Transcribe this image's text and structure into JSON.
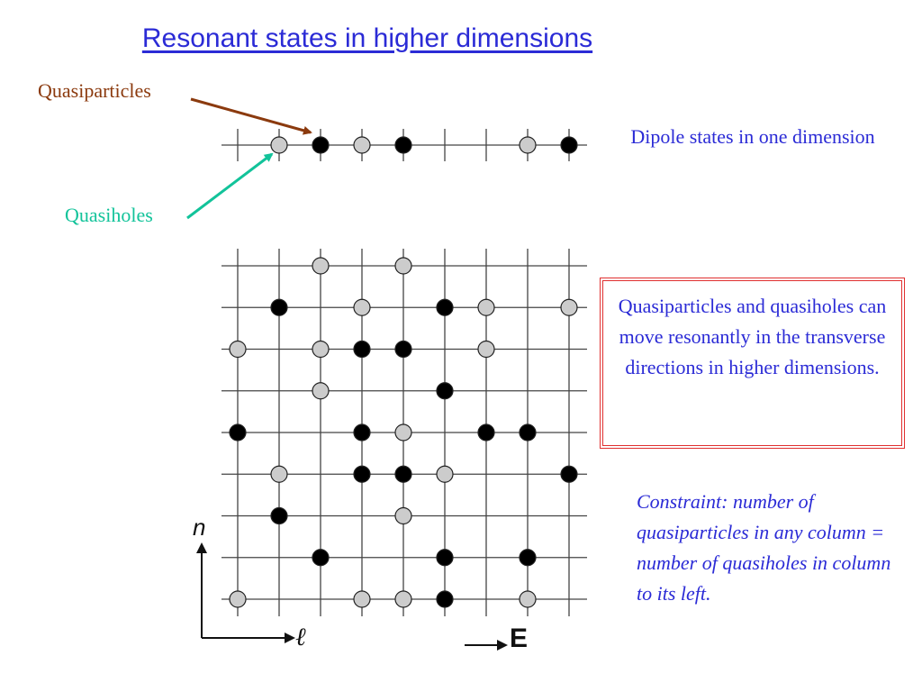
{
  "title": "Resonant states in higher dimensions",
  "labels": {
    "quasiparticles": "Quasiparticles",
    "quasiholes": "Quasiholes"
  },
  "dipole_text": "Dipole states in one dimension",
  "boxed_text": "Quasiparticles and quasiholes can move resonantly in the transverse directions in higher dimensions.",
  "constraint_text": "Constraint: number of quasiparticles in any column = number of quasiholes in column to its left.",
  "axes": {
    "n": "n",
    "l": "ℓ",
    "E": "E"
  },
  "colors": {
    "title": "#2b2bd6",
    "quasiparticle_label": "#8b3a0e",
    "quasihole_label": "#12c39a",
    "box_border": "#e03030",
    "particle_fill": "#000000",
    "hole_fill": "#cccccc"
  },
  "one_d_chain": {
    "columns": 9,
    "sites": [
      {
        "col": 1,
        "type": "hole"
      },
      {
        "col": 2,
        "type": "particle"
      },
      {
        "col": 3,
        "type": "hole"
      },
      {
        "col": 4,
        "type": "particle"
      },
      {
        "col": 7,
        "type": "hole"
      },
      {
        "col": 8,
        "type": "particle"
      }
    ]
  },
  "two_d_lattice": {
    "columns": 9,
    "rows": 9,
    "sites": [
      {
        "col": 2,
        "row": 0,
        "type": "hole"
      },
      {
        "col": 4,
        "row": 0,
        "type": "hole"
      },
      {
        "col": 1,
        "row": 1,
        "type": "particle"
      },
      {
        "col": 3,
        "row": 1,
        "type": "hole"
      },
      {
        "col": 5,
        "row": 1,
        "type": "particle"
      },
      {
        "col": 6,
        "row": 1,
        "type": "hole"
      },
      {
        "col": 8,
        "row": 1,
        "type": "hole"
      },
      {
        "col": 0,
        "row": 2,
        "type": "hole"
      },
      {
        "col": 2,
        "row": 2,
        "type": "hole"
      },
      {
        "col": 3,
        "row": 2,
        "type": "particle"
      },
      {
        "col": 4,
        "row": 2,
        "type": "particle"
      },
      {
        "col": 6,
        "row": 2,
        "type": "hole"
      },
      {
        "col": 2,
        "row": 3,
        "type": "hole"
      },
      {
        "col": 5,
        "row": 3,
        "type": "particle"
      },
      {
        "col": 0,
        "row": 4,
        "type": "particle"
      },
      {
        "col": 3,
        "row": 4,
        "type": "particle"
      },
      {
        "col": 4,
        "row": 4,
        "type": "hole"
      },
      {
        "col": 6,
        "row": 4,
        "type": "particle"
      },
      {
        "col": 7,
        "row": 4,
        "type": "particle"
      },
      {
        "col": 1,
        "row": 5,
        "type": "hole"
      },
      {
        "col": 3,
        "row": 5,
        "type": "particle"
      },
      {
        "col": 4,
        "row": 5,
        "type": "particle"
      },
      {
        "col": 5,
        "row": 5,
        "type": "hole"
      },
      {
        "col": 8,
        "row": 5,
        "type": "particle"
      },
      {
        "col": 1,
        "row": 6,
        "type": "particle"
      },
      {
        "col": 4,
        "row": 6,
        "type": "hole"
      },
      {
        "col": 2,
        "row": 7,
        "type": "particle"
      },
      {
        "col": 5,
        "row": 7,
        "type": "particle"
      },
      {
        "col": 7,
        "row": 7,
        "type": "particle"
      },
      {
        "col": 0,
        "row": 8,
        "type": "hole"
      },
      {
        "col": 3,
        "row": 8,
        "type": "hole"
      },
      {
        "col": 4,
        "row": 8,
        "type": "hole"
      },
      {
        "col": 5,
        "row": 8,
        "type": "particle"
      },
      {
        "col": 7,
        "row": 8,
        "type": "hole"
      }
    ]
  }
}
